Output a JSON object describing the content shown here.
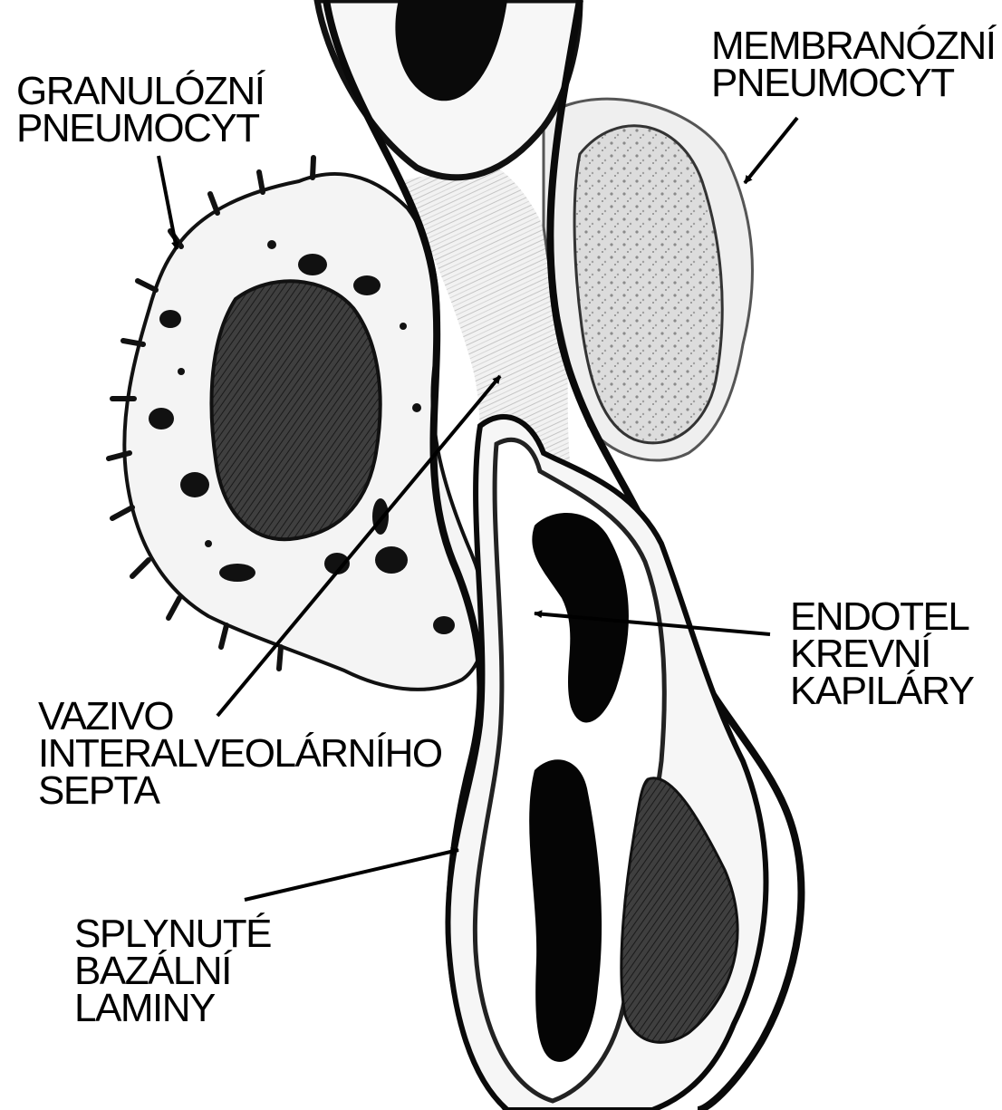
{
  "colors": {
    "ink": "#000000",
    "paper": "#ffffff",
    "cytoplasm": "#f4f4f4",
    "nucleus_dark": "#3a3a3a",
    "nucleus_light": "#d8d8d8",
    "membrane_grey": "#9a9a9a",
    "septum": "#ececec"
  },
  "labels": {
    "granular": [
      "GRANULÓZNÍ",
      "PNEUMOCYT"
    ],
    "membranous": [
      "MEMBRANÓZNÍ",
      "PNEUMOCYT"
    ],
    "endothelium": [
      "ENDOTEL",
      "KREVNÍ",
      "KAPILÁRY"
    ],
    "septum": [
      "VAZIVO",
      "INTERALVEOLÁRNÍHO",
      "SEPTA"
    ],
    "laminae": [
      "SPLYNUTÉ",
      "BAZÁLNÍ",
      "LAMINY"
    ]
  }
}
